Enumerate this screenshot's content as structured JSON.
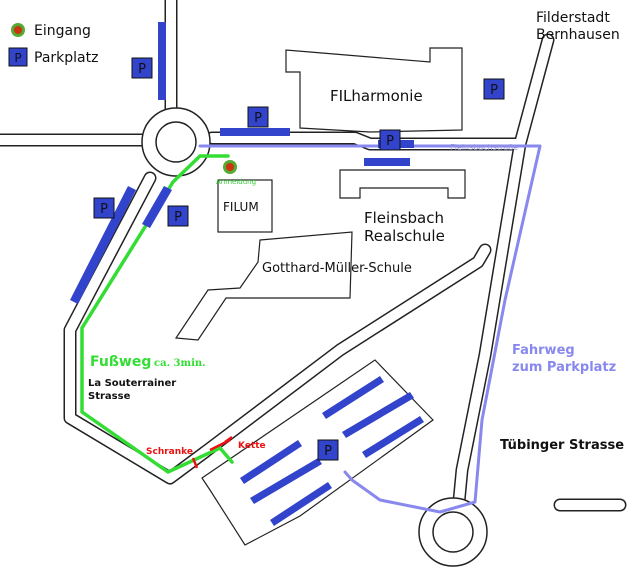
{
  "legend": {
    "entrance": "Eingang",
    "parking": "Parkplatz"
  },
  "parking_sign": "P",
  "labels": {
    "city": "Filderstadt",
    "district": "Bernhausen",
    "filharmonie": "FILharmonie",
    "filum": "FILUM",
    "anmeldung": "Anmeldung",
    "fleinsbach": "Fleinsbach",
    "realschule": "Realschule",
    "gotthard": "Gotthard-Müller-Schule",
    "fussweg": "Fußweg",
    "fussweg_time": "ca. 3min.",
    "souterrainer_1": "La Souterrainer",
    "souterrainer_2": "Strasse",
    "schranke": "Schranke",
    "kette": "Kette",
    "fahrweg_1": "Fahrweg",
    "fahrweg_2": "zum Parkplatz",
    "tuebinger": "Tübinger Strasse",
    "faded_street": "Fleinsbachstraße"
  },
  "colors": {
    "road_outline": "#222222",
    "parking_blue": "#3344cc",
    "footpath_green": "#33dd33",
    "drive_route": "#8888ee",
    "entrance_ring": "#55aa33",
    "entrance_core": "#cc3311",
    "barrier_red": "#ee1111"
  }
}
